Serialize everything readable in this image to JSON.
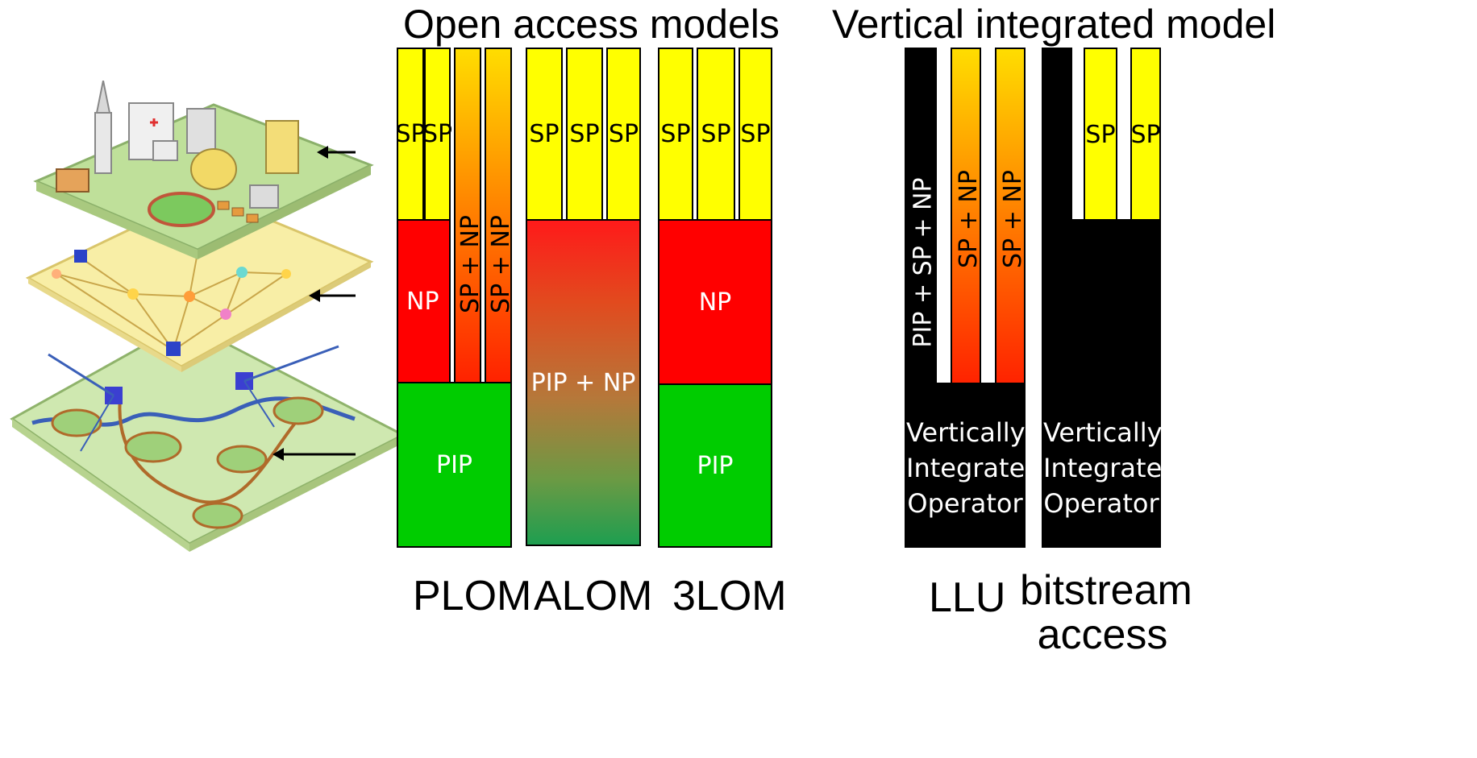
{
  "headings": {
    "open_access": "Open access models",
    "vertical": "Vertical integrated model"
  },
  "blocks": {
    "sp": "SP",
    "np": "NP",
    "pip": "PIP",
    "sp_np": "SP + NP",
    "pip_np": "PIP + NP",
    "pip_sp_np": "PIP + SP + NP",
    "operator": "Vertically\nIntegrated\nOperator"
  },
  "model_labels": {
    "plom": "PLOM",
    "alom": "ALOM",
    "three_lom": "3LOM",
    "llu": "LLU",
    "bitstream": "bitstream\naccess"
  },
  "colors": {
    "service_layer": "#ffff00",
    "network_layer": "#ff0000",
    "physical_layer": "#00cc00",
    "integrated": "#000000"
  },
  "illustration": {
    "layers": [
      "city-layer",
      "network-layer",
      "infrastructure-layer"
    ],
    "arrow_icon": "left-arrow-icon"
  }
}
